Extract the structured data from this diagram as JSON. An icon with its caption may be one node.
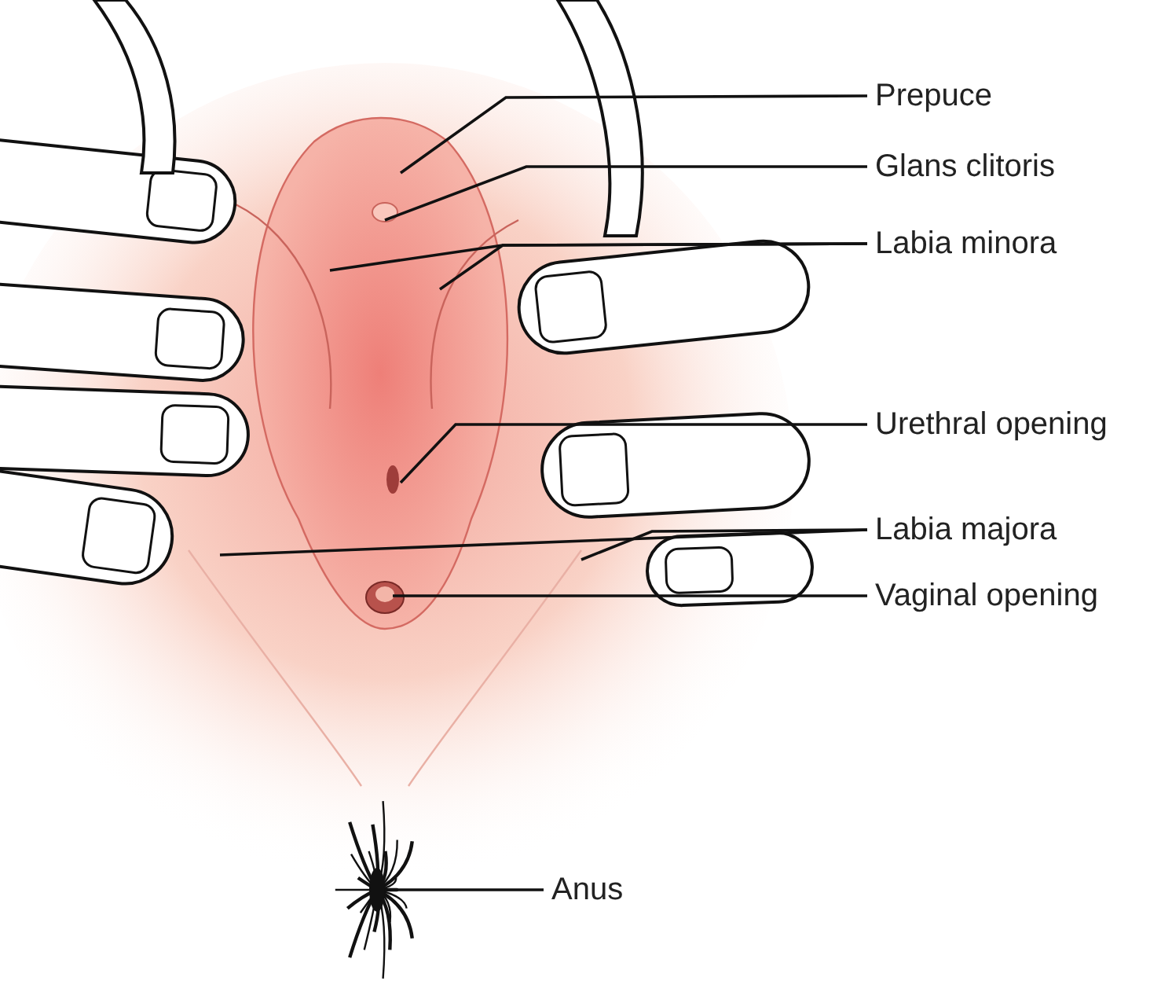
{
  "diagram": {
    "nodes": [
      {
        "text": [
          "Prepuce"
        ]
      },
      {
        "text": [
          "Glans clitoris"
        ]
      },
      {
        "text": [
          "Labia minora"
        ]
      },
      {
        "text": [
          "Urethral opening"
        ]
      },
      {
        "text": [
          "Labia majora"
        ]
      },
      {
        "text": [
          "Vaginal opening"
        ]
      },
      {
        "text": [
          "Anus"
        ]
      }
    ],
    "edges": [
      {
        "from": 0,
        "to": null,
        "arrow": "none"
      },
      {
        "from": 1,
        "to": null,
        "arrow": "none"
      },
      {
        "from": 2,
        "to": null,
        "arrow": "none"
      },
      {
        "from": 2,
        "to": null,
        "arrow": "none"
      },
      {
        "from": 3,
        "to": null,
        "arrow": "none"
      },
      {
        "from": 4,
        "to": null,
        "arrow": "none"
      },
      {
        "from": 4,
        "to": null,
        "arrow": "none"
      },
      {
        "from": 5,
        "to": null,
        "arrow": "none"
      },
      {
        "from": 6,
        "to": null,
        "arrow": "none"
      }
    ]
  }
}
